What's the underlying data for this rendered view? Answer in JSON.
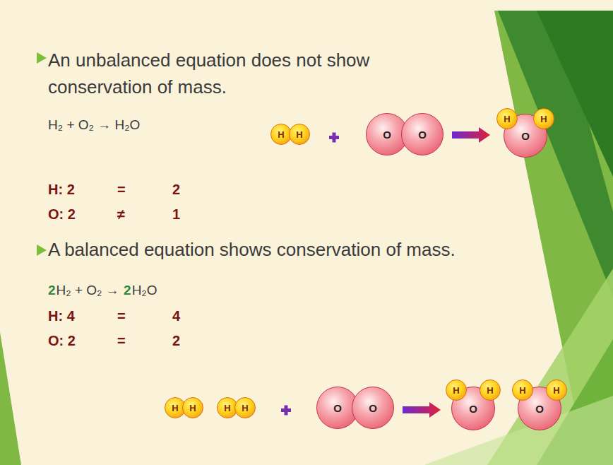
{
  "diagram": {
    "nodes": [
      {
        "text": [
          "H"
        ]
      },
      {
        "text": [
          "H"
        ]
      },
      {
        "text": [
          "O"
        ]
      },
      {
        "text": [
          "O"
        ]
      },
      {
        "text": [
          "H"
        ]
      },
      {
        "text": [
          "H"
        ]
      },
      {
        "text": [
          "O"
        ]
      },
      {
        "text": [
          "H"
        ]
      },
      {
        "text": [
          "H"
        ]
      },
      {
        "text": [
          "H"
        ]
      },
      {
        "text": [
          "H"
        ]
      },
      {
        "text": [
          "O"
        ]
      },
      {
        "text": [
          "O"
        ]
      },
      {
        "text": [
          "H"
        ]
      },
      {
        "text": [
          "H"
        ]
      },
      {
        "text": [
          "H"
        ]
      },
      {
        "text": [
          "H"
        ]
      },
      {
        "text": [
          "O"
        ]
      },
      {
        "text": [
          "O"
        ]
      }
    ],
    "labels": [
      "An unbalanced equation does not show conservation of mass.",
      "H₂ + O₂ → H₂O",
      "H: 2",
      "=",
      "2",
      "O: 2",
      "≠",
      "1",
      "A balanced equation shows conservation of mass.",
      "2",
      "H₂ + O₂ → ",
      "2",
      "H₂O",
      "H: 4",
      "=",
      "4",
      "O: 2",
      "=",
      "2"
    ]
  }
}
